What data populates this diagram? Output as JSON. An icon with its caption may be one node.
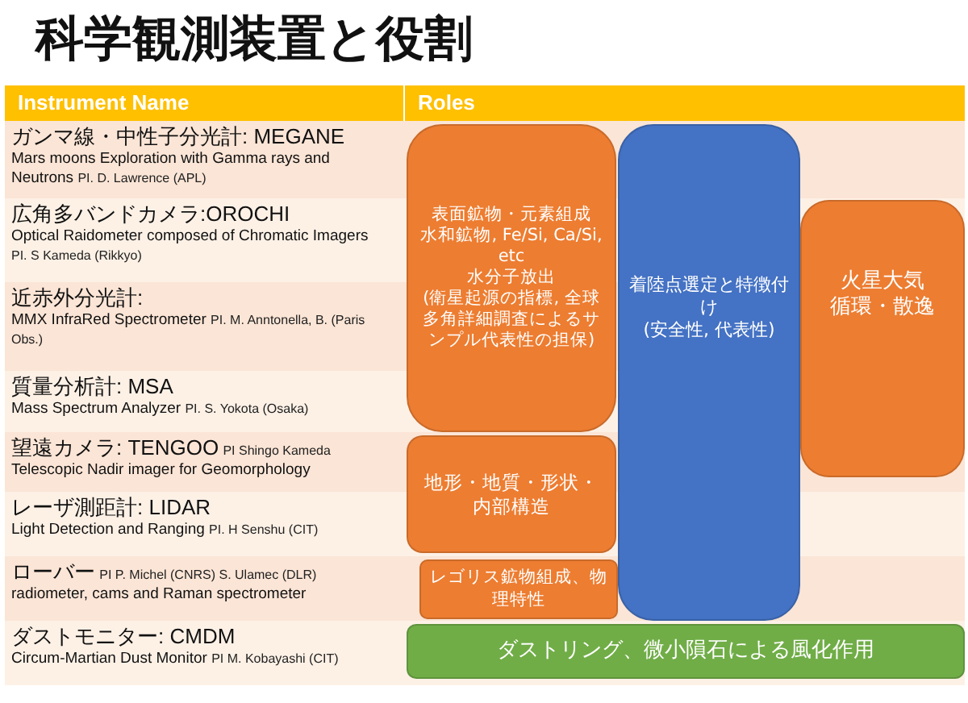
{
  "diagram": {
    "title": "科学観測装置と役割",
    "nodes": [
      {
        "text": [
          "ガンマ線・中性子分光計: MEGANE",
          "Mars moons Exploration with Gamma rays and Neutrons",
          "PI. D. Lawrence (APL)"
        ]
      },
      {
        "text": [
          "広角多バンドカメラ:OROCHI",
          "Optical Raidometer composed of Chromatic Imagers",
          "PI. S Kameda (Rikkyo)"
        ]
      },
      {
        "text": [
          "近赤外分光計:",
          "MMX InfraRed Spectrometer",
          "PI. M. Anntonella, B. (Paris Obs.)"
        ]
      },
      {
        "text": [
          "質量分析計: MSA",
          "Mass Spectrum Analyzer",
          "PI. S. Yokota (Osaka)"
        ]
      },
      {
        "text": [
          "望遠カメラ: TENGOO",
          "PI Shingo Kameda",
          "Telescopic Nadir imager for Geomorphology"
        ]
      },
      {
        "text": [
          "レーザ測距計: LIDAR",
          "Light Detection and Ranging",
          "PI. H Senshu (CIT)"
        ]
      },
      {
        "text": [
          "ローバー",
          "PI P. Michel (CNRS) S. Ulamec (DLR)",
          "radiometer, cams and Raman spectrometer"
        ]
      },
      {
        "text": [
          "ダストモニター: CMDM",
          "Circum-Martian Dust Monitor",
          "PI M. Kobayashi (CIT)"
        ]
      },
      {
        "text": [
          "表面鉱物・元素組成",
          "水和鉱物, Fe/Si, Ca/Si, etc",
          "水分子放出",
          "(衛星起源の指標, 全球多角詳細調査によるサンプル代表性の担保)"
        ]
      },
      {
        "text": [
          "着陸点選定と特徴付け",
          "(安全性, 代表性)"
        ]
      },
      {
        "text": [
          "火星大気",
          "循環・散逸"
        ]
      },
      {
        "text": [
          "地形・地質・形状・内部構造"
        ]
      },
      {
        "text": [
          "レゴリス鉱物組成、物理特性"
        ]
      },
      {
        "text": [
          "ダストリング、微小隕石による風化作用"
        ]
      }
    ],
    "labels": [
      "Instrument Name",
      "Roles"
    ]
  }
}
